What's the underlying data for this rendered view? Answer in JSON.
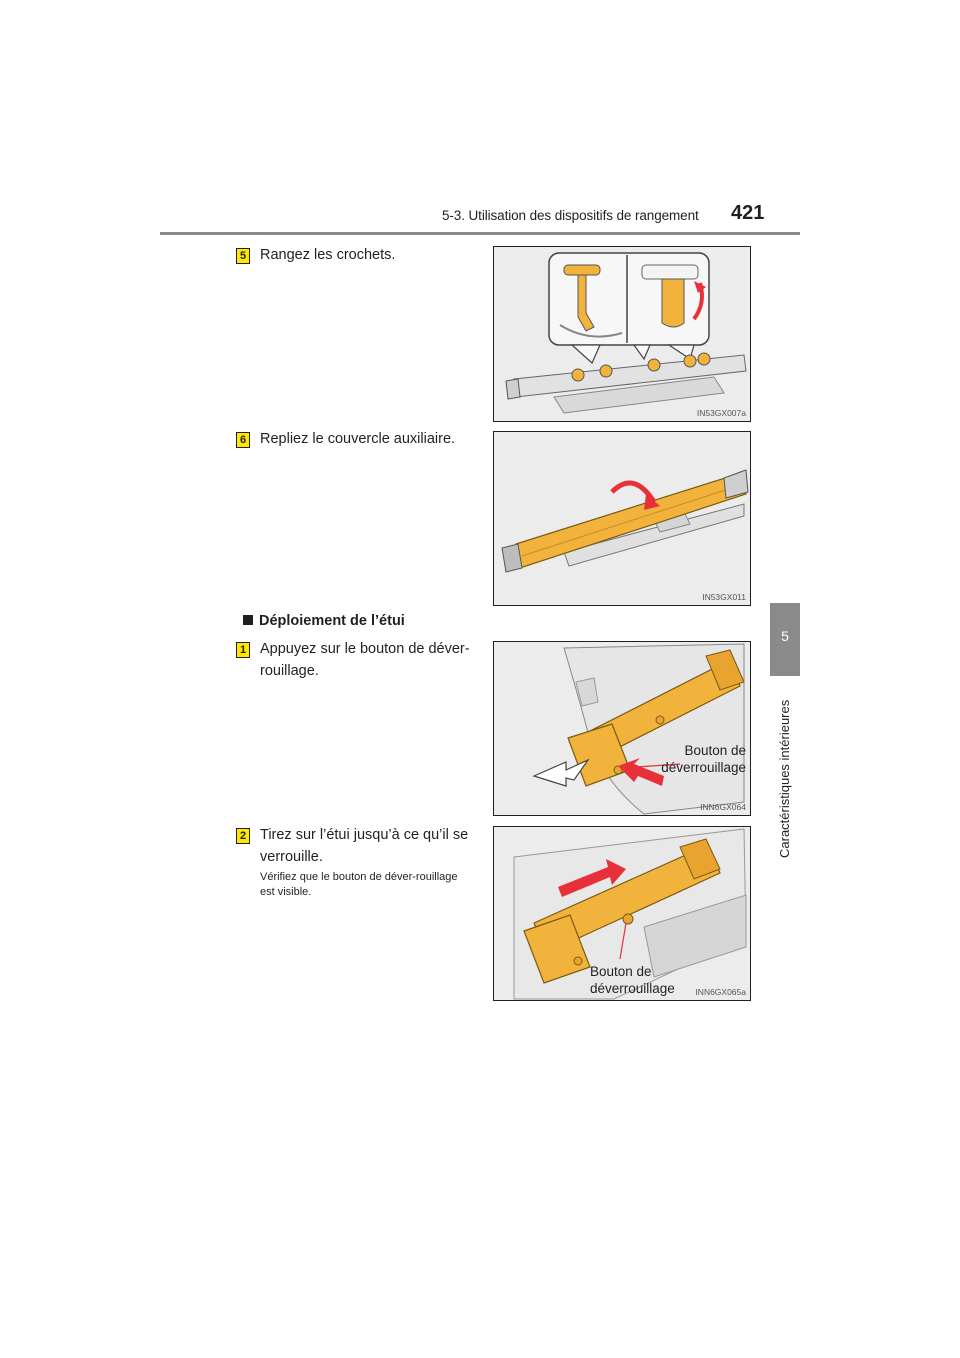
{
  "header": {
    "section": "5-3. Utilisation des dispositifs de rangement",
    "page_number": "421"
  },
  "side_tab": {
    "chapter": "5",
    "title": "Caractéristiques intérieures"
  },
  "steps_top": [
    {
      "number": "5",
      "text": "Rangez les crochets.",
      "figure_code": "IN53GX007a"
    },
    {
      "number": "6",
      "text": "Repliez le couvercle auxiliaire.",
      "figure_code": "IN53GX011"
    }
  ],
  "section": {
    "title": "Déploiement de l’étui",
    "steps": [
      {
        "number": "1",
        "text": "Appuyez sur le bouton de déver-rouillage.",
        "figure_code": "INN6GX064",
        "callout": "Bouton de déverrouillage"
      },
      {
        "number": "2",
        "text": "Tirez sur l’étui jusqu’à ce qu’il se verrouille.",
        "note": "Vérifiez que le bouton de déver-rouillage est visible.",
        "figure_code": "INN6GX065a",
        "callout": "Bouton de déverrouillage"
      }
    ]
  },
  "colors": {
    "accent_yellow": "#f2b33d",
    "arrow_red": "#e8303a",
    "tab_gray": "#8a8a8a",
    "badge_yellow": "#ffe700"
  }
}
